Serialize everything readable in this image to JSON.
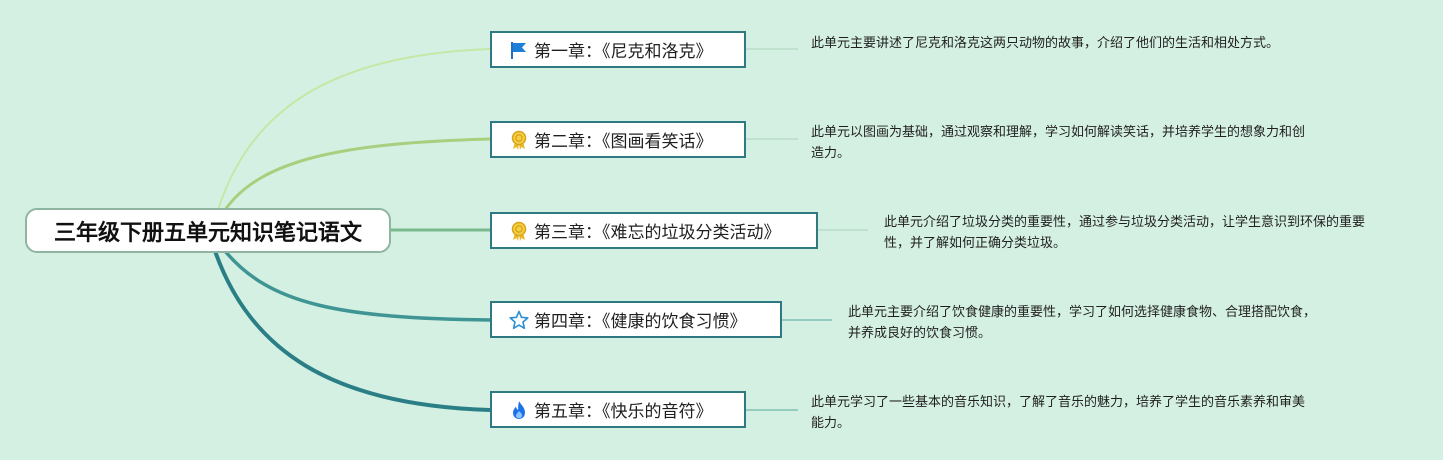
{
  "root": {
    "title": "三年级下册五单元知识笔记语文"
  },
  "chapters": [
    {
      "icon": "flag-icon",
      "label": "第一章：《尼克和洛克》",
      "note": "此单元主要讲述了尼克和洛克这两只动物的故事，介绍了他们的生活和相处方式。"
    },
    {
      "icon": "ribbon-badge-icon",
      "label": "第二章：《图画看笑话》",
      "note": "此单元以图画为基础，通过观察和理解，学习如何解读笑话，并培养学生的想象力和创造力。"
    },
    {
      "icon": "ribbon-badge-icon",
      "label": "第三章：《难忘的垃圾分类活动》",
      "note": "此单元介绍了垃圾分类的重要性，通过参与垃圾分类活动，让学生意识到环保的重要性，并了解如何正确分类垃圾。"
    },
    {
      "icon": "star-outline-icon",
      "label": "第四章：《健康的饮食习惯》",
      "note": "此单元主要介绍了饮食健康的重要性，学习了如何选择健康食物、合理搭配饮食，并养成良好的饮食习惯。"
    },
    {
      "icon": "fire-icon",
      "label": "第五章：《快乐的音符》",
      "note": "此单元学习了一些基本的音乐知识，了解了音乐的魅力，培养了学生的音乐素养和审美能力。"
    }
  ],
  "colors": {
    "background": "#d4f0e2",
    "branches": [
      "#c6e7a6",
      "#a6cf7e",
      "#79b98c",
      "#3f9593",
      "#2a7f86"
    ],
    "note_connector": "#b9dcc6"
  }
}
